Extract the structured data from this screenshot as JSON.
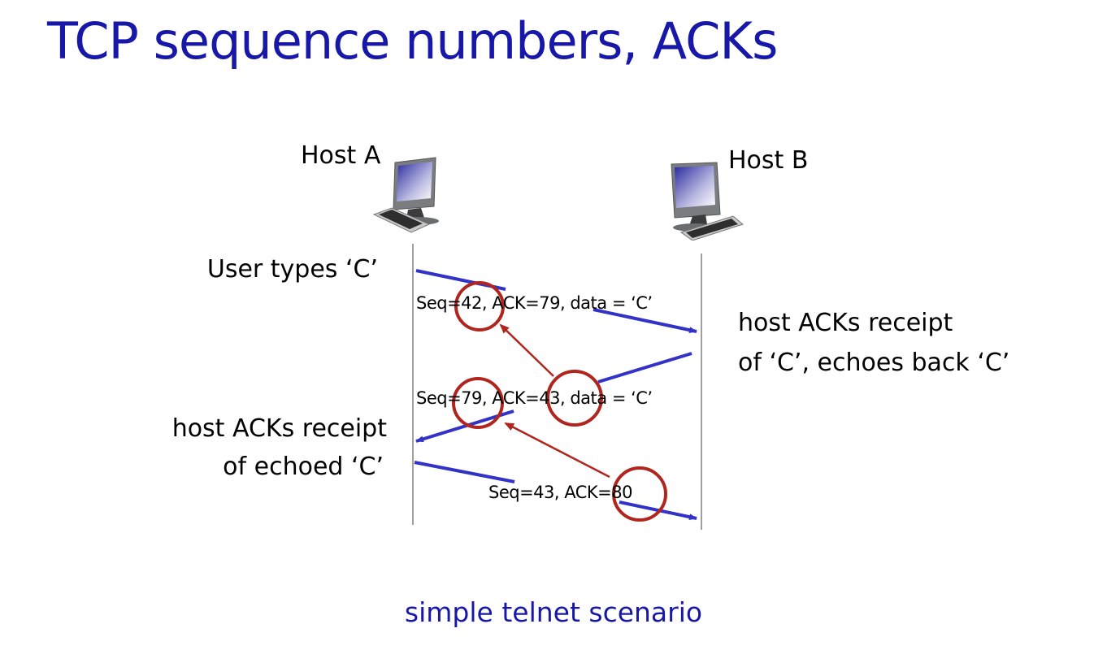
{
  "title": "TCP sequence numbers, ACKs",
  "subtitle": "simple telnet scenario",
  "hosts": {
    "a": {
      "label": "Host A",
      "icon": "desktop-computer-icon"
    },
    "b": {
      "label": "Host B",
      "icon": "desktop-computer-icon"
    }
  },
  "side_labels": {
    "user_types": "User types ‘C’",
    "host_b_line1": "host ACKs receipt",
    "host_b_line2": "of ‘C’, echoes back ‘C’",
    "host_a_line1": "host ACKs receipt",
    "host_a_line2": "of echoed ‘C’"
  },
  "messages": [
    {
      "direction": "A-to-B",
      "label": "Seq=42, ACK=79, data = ‘C’",
      "seq": 42,
      "ack": 79,
      "data": "C"
    },
    {
      "direction": "B-to-A",
      "label": "Seq=79, ACK=43, data = ‘C’",
      "seq": 79,
      "ack": 43,
      "data": "C"
    },
    {
      "direction": "A-to-B",
      "label": "Seq=43, ACK=80",
      "seq": 43,
      "ack": 80
    }
  ],
  "annotations": {
    "highlights": [
      "Seq=42",
      "Seq=79",
      "ACK=43",
      "ACK=80"
    ],
    "links": [
      {
        "from": "ACK=43",
        "to": "Seq=42"
      },
      {
        "from": "ACK=80",
        "to": "Seq=79"
      }
    ]
  },
  "colors": {
    "title": "#1818a8",
    "message_arrow": "#3232c8",
    "highlight": "#b0261e",
    "timeline": "#808080"
  }
}
